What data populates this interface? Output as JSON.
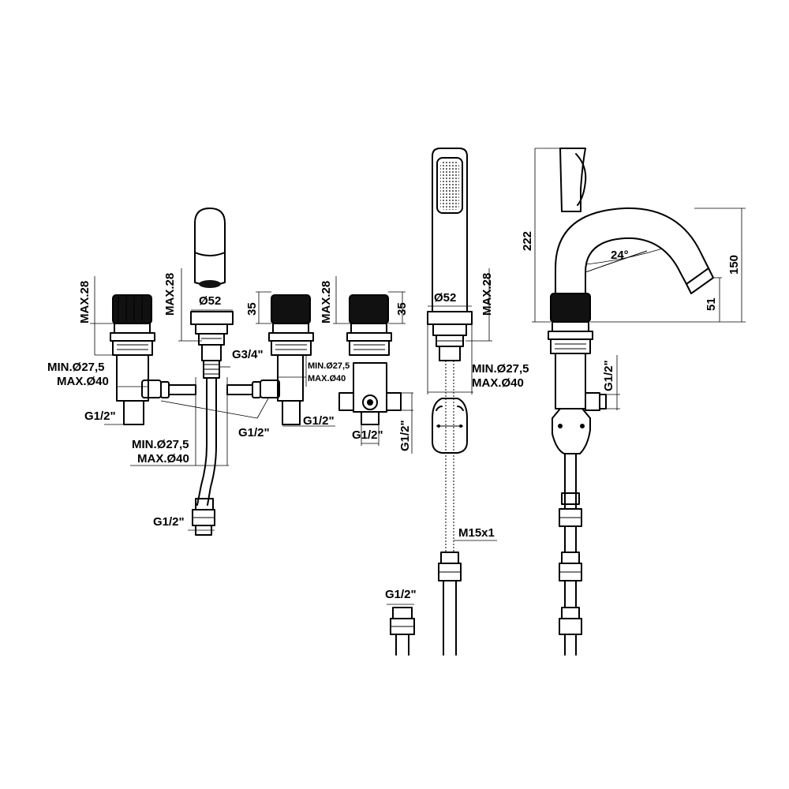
{
  "labels": {
    "max28": "MAX.28",
    "d52": "Ø52",
    "g34": "G3/4\"",
    "h35": "35",
    "min275": "MIN.Ø27,5",
    "max40": "MAX.Ø40",
    "g12": "G1/2\"",
    "m15x1": "M15x1",
    "h222": "222",
    "h150": "150",
    "h51": "51",
    "a24": "24°"
  }
}
